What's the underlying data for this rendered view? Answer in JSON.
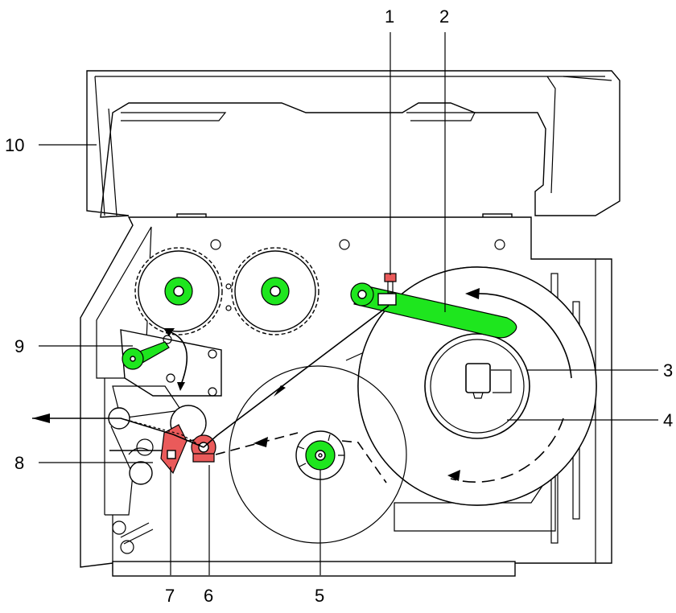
{
  "callouts": [
    {
      "id": "1",
      "label": "1"
    },
    {
      "id": "2",
      "label": "2"
    },
    {
      "id": "3",
      "label": "3"
    },
    {
      "id": "4",
      "label": "4"
    },
    {
      "id": "5",
      "label": "5"
    },
    {
      "id": "6",
      "label": "6"
    },
    {
      "id": "7",
      "label": "7"
    },
    {
      "id": "8",
      "label": "8"
    },
    {
      "id": "9",
      "label": "9"
    },
    {
      "id": "10",
      "label": "10"
    }
  ],
  "colors": {
    "accent_green": "#1ee61e",
    "accent_red": "#ea5a5a",
    "line": "#000000",
    "background": "#ffffff"
  }
}
